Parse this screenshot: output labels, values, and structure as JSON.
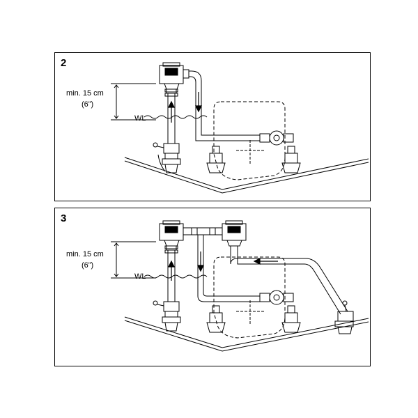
{
  "panels": [
    {
      "number": "2",
      "height_label": "min. 15 cm",
      "height_label_imperial": "(6”)",
      "waterline_label": "WL"
    },
    {
      "number": "3",
      "height_label": "min. 15 cm",
      "height_label_imperial": "(6”)",
      "waterline_label": "WL"
    }
  ],
  "icons": [
    "up-arrow-icon",
    "down-arrow-icon",
    "left-arrow-icon",
    "water-wave-icon"
  ],
  "colors": {
    "line": "#000000",
    "background": "#ffffff"
  }
}
